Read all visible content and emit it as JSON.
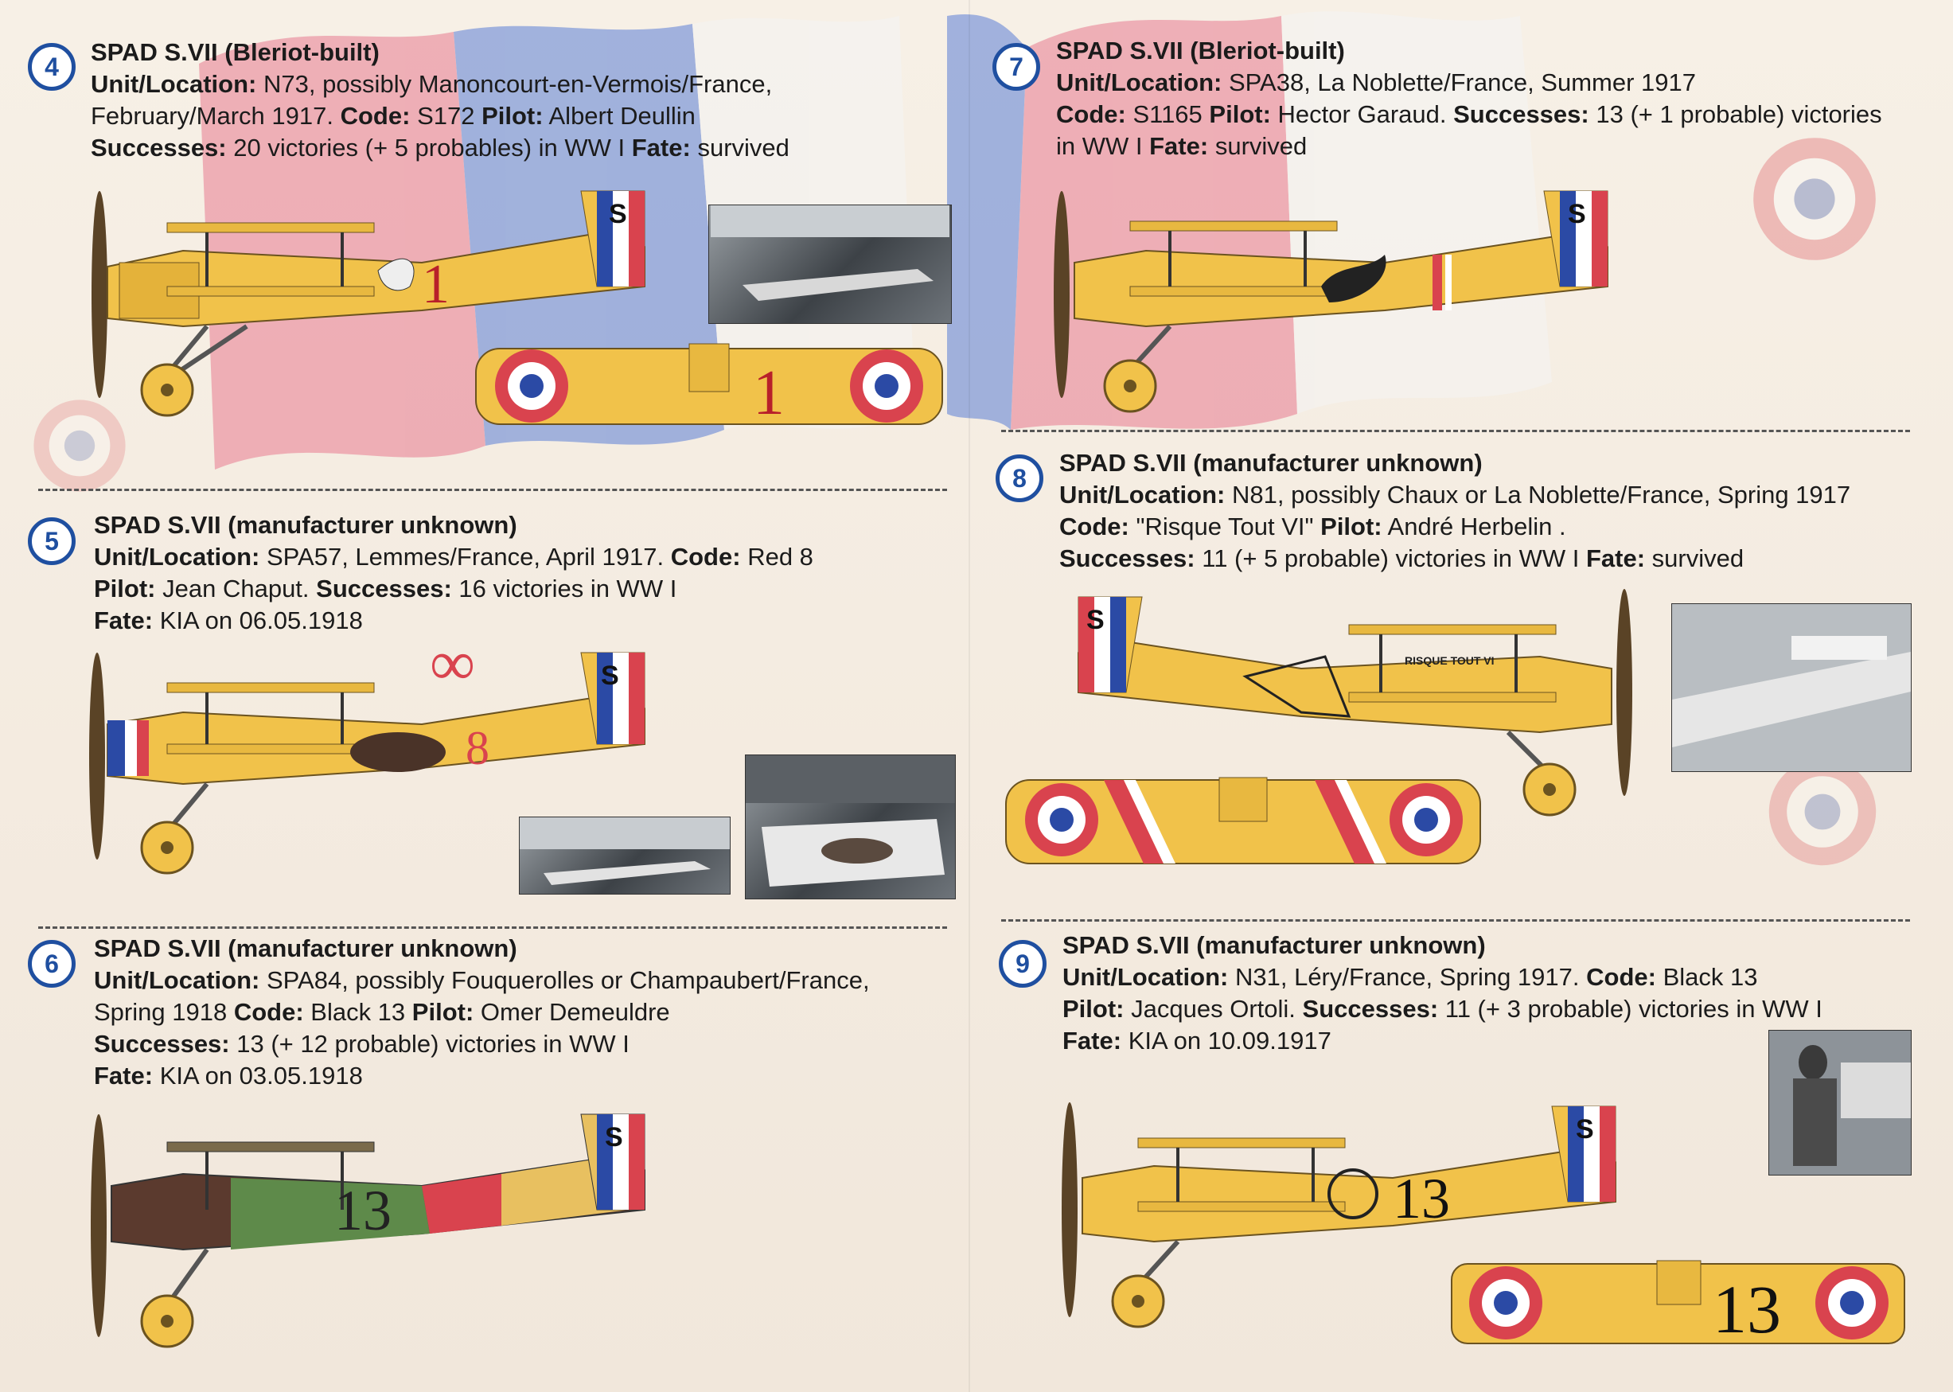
{
  "labels": {
    "unit": "Unit/Location:",
    "code": "Code:",
    "pilot": "Pilot:",
    "successes": "Successes:",
    "fate": "Fate:"
  },
  "entries": {
    "e4": {
      "number": "4",
      "title": "SPAD S.VII (Bleriot-built)",
      "unit_line1": "N73, possibly Manoncourt-en-Vermois/France,",
      "unit_line2": "February/March 1917.",
      "code": "S172",
      "pilot": "Albert Deullin",
      "successes": "20 victories (+ 5 probables) in WW I",
      "fate": "survived",
      "code_mark": "1"
    },
    "e5": {
      "number": "5",
      "title": "SPAD S.VII (manufacturer unknown)",
      "unit": "SPA57, Lemmes/France, April 1917.",
      "code": "Red 8",
      "pilot": "Jean Chaput.",
      "successes": "16 victories in WW I",
      "fate": "KIA on 06.05.1918"
    },
    "e6": {
      "number": "6",
      "title": "SPAD S.VII (manufacturer unknown)",
      "unit_line1": "SPA84, possibly Fouquerolles or Champaubert/France,",
      "unit_line2": "Spring 1918",
      "code": "Black 13",
      "pilot": "Omer Demeuldre",
      "successes": "13 (+ 12 probable) victories in WW I",
      "fate": "KIA on 03.05.1918",
      "code_mark": "13"
    },
    "e7": {
      "number": "7",
      "title": "SPAD S.VII (Bleriot-built)",
      "unit": "SPA38, La Noblette/France, Summer 1917",
      "code": "S1165",
      "pilot": "Hector Garaud.",
      "successes_line1": "13 (+ 1 probable) victories",
      "successes_line2": "in WW I",
      "fate": "survived"
    },
    "e8": {
      "number": "8",
      "title": "SPAD S.VII (manufacturer unknown)",
      "unit": "N81, possibly Chaux or La Noblette/France, Spring 1917",
      "code": "\"Risque Tout VI\"",
      "pilot": "André Herbelin .",
      "successes": "11 (+ 5 probable) victories in WW I",
      "fate": "survived",
      "fuselage_script": "RISQUE TOUT VI"
    },
    "e9": {
      "number": "9",
      "title": "SPAD S.VII (manufacturer unknown)",
      "unit": "N31, Léry/France, Spring 1917.",
      "code": "Black 13",
      "pilot": "Jacques Ortoli.",
      "successes": "11 (+ 3 probable) victories in WW I",
      "fate": "KIA on 10.09.1917",
      "code_mark": "13"
    }
  },
  "colors": {
    "airframe_yellow": "#f1c24a",
    "roundel_red": "#d9434e",
    "roundel_blue": "#2b4aa5",
    "number_badge_blue": "#1f4fa0"
  }
}
